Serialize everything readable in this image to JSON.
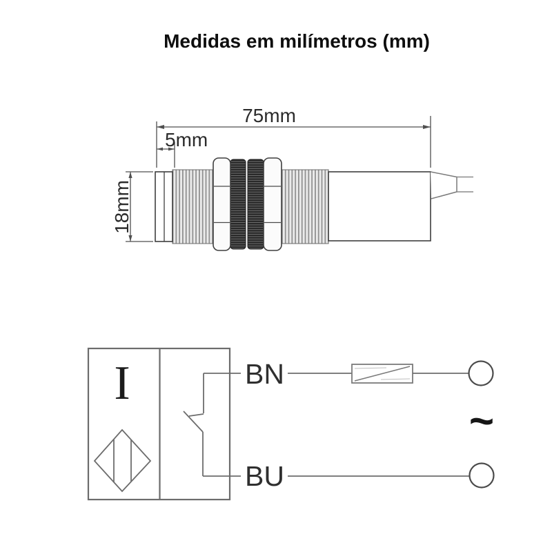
{
  "title": "Medidas em milímetros (mm)",
  "dimension_drawing": {
    "length_label": "75mm",
    "tip_length_label": "5mm",
    "diameter_label": "18mm"
  },
  "wiring_schematic": {
    "output_type_label": "I",
    "brown_wire_label": "BN",
    "blue_wire_label": "BU",
    "ac_supply_symbol": "~"
  },
  "colors": {
    "background": "#ffffff",
    "ink": "#0e0e0e",
    "drawing_outline": "#3d3d3d",
    "dimension_line": "#4f4f4f",
    "schematic_line": "#6c6c6c",
    "thread_gray": "#909090",
    "knurl_dark": "#282828"
  }
}
